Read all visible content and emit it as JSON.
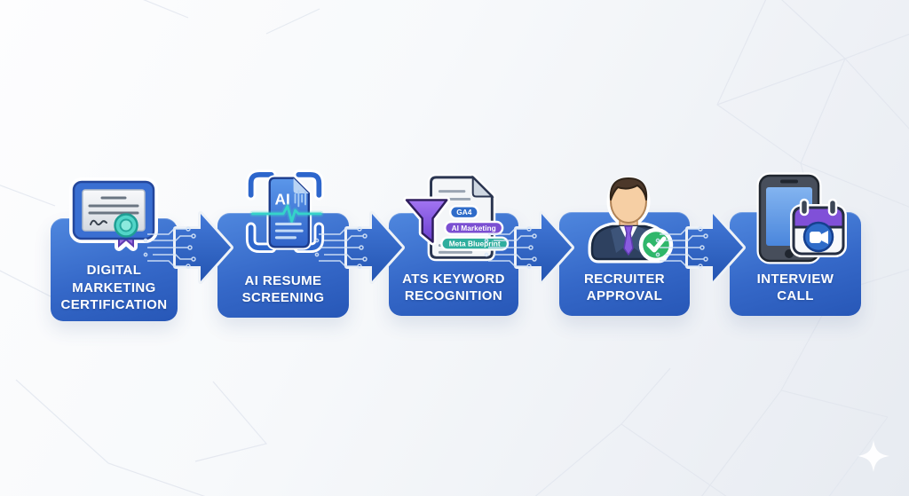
{
  "diagram": {
    "type": "process-flow",
    "direction": "left-to-right",
    "steps": [
      {
        "label_lines": [
          "DIGITAL",
          "MARKETING",
          "CERTIFICATION"
        ],
        "icon": "certificate-icon"
      },
      {
        "label_lines": [
          "AI RESUME",
          "SCREENING"
        ],
        "icon": "ai-resume-scan-icon",
        "icon_label": "AI"
      },
      {
        "label_lines": [
          "ATS KEYWORD",
          "RECOGNITION"
        ],
        "icon": "ats-keyword-funnel-icon",
        "keyword_tags": [
          "GA4",
          "AI Marketing",
          "Meta Blueprint"
        ]
      },
      {
        "label_lines": [
          "RECRUITER",
          "APPROVAL"
        ],
        "icon": "recruiter-approved-icon"
      },
      {
        "label_lines": [
          "INTERVIEW",
          "CALL"
        ],
        "icon": "interview-video-call-icon"
      }
    ],
    "connector": "circuit-arrow"
  },
  "colors": {
    "box_blue_top": "#4f87de",
    "box_blue_bottom": "#2757b7",
    "arrow_blue": "#2f66c4",
    "accent_teal": "#3ed0c2",
    "accent_purple": "#8a5ce0",
    "accent_green": "#2fb76a",
    "background": "#f2f5f8",
    "text": "#ffffff"
  }
}
